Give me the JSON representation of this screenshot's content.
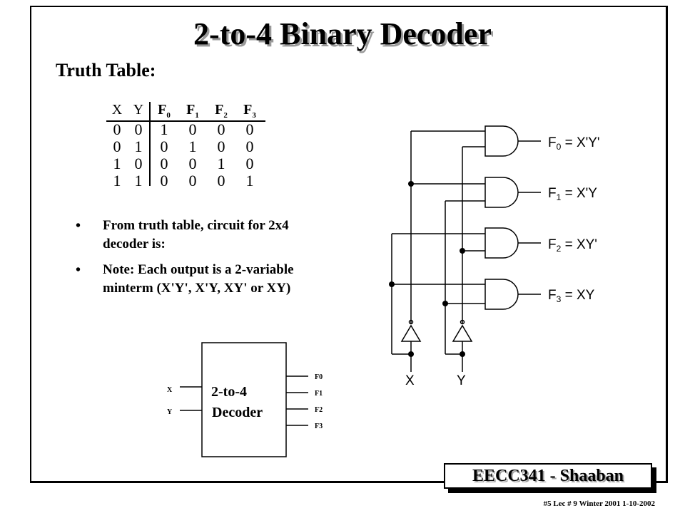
{
  "slide": {
    "title": "2-to-4 Binary Decoder",
    "subtitle": "Truth Table:"
  },
  "truth_table": {
    "input_headers": [
      "X",
      "Y"
    ],
    "output_headers": [
      {
        "base": "F",
        "sub": "0"
      },
      {
        "base": "F",
        "sub": "1"
      },
      {
        "base": "F",
        "sub": "2"
      },
      {
        "base": "F",
        "sub": "3"
      }
    ],
    "rows": [
      [
        "0",
        "0",
        "1",
        "0",
        "0",
        "0"
      ],
      [
        "0",
        "1",
        "0",
        "1",
        "0",
        "0"
      ],
      [
        "1",
        "0",
        "0",
        "0",
        "1",
        "0"
      ],
      [
        "1",
        "1",
        "0",
        "0",
        "0",
        "1"
      ]
    ]
  },
  "bullets": [
    "From truth table, circuit for 2x4 decoder is:",
    "Note: Each output is a 2-variable minterm (X'Y', X'Y, XY' or XY)"
  ],
  "block": {
    "line1": "2-to-4",
    "line2": "Decoder",
    "inputs": [
      "X",
      "Y"
    ],
    "outputs": [
      "F0",
      "F1",
      "F2",
      "F3"
    ]
  },
  "circuit": {
    "inputs": [
      "X",
      "Y"
    ],
    "outputs": [
      {
        "base": "F",
        "sub": "0",
        "expr": " = X'Y'"
      },
      {
        "base": "F",
        "sub": "1",
        "expr": " = X'Y"
      },
      {
        "base": "F",
        "sub": "2",
        "expr": " = XY'"
      },
      {
        "base": "F",
        "sub": "3",
        "expr": " = XY"
      }
    ]
  },
  "footer": {
    "course": "EECC341 - Shaaban",
    "note": "#5   Lec # 9   Winter 2001  1-10-2002"
  }
}
